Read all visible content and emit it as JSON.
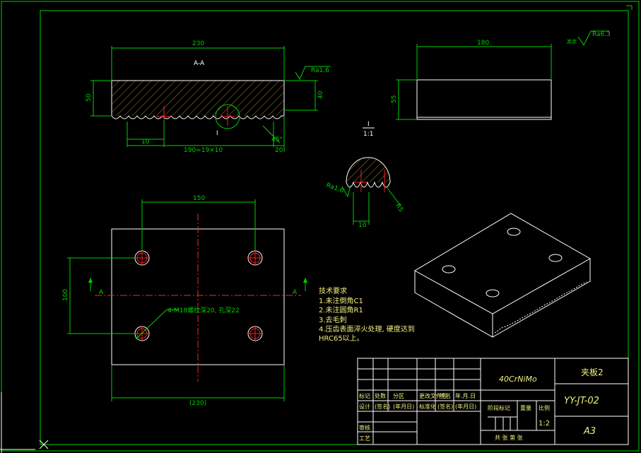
{
  "dimensions": {
    "section_length": "230",
    "section_height": "50",
    "section_right_height": "40",
    "tooth_pitch": "10",
    "tooth_chain": "190=19×10",
    "right_offset": "20",
    "chamfer_angle": "45°",
    "side_length": "180",
    "side_height": "55",
    "hole_spacing_x": "150",
    "hole_spacing_y": "100",
    "plan_length": "(230)",
    "detail_width": "10",
    "detail_radius": "R5"
  },
  "labels": {
    "section_title": "A-A",
    "detail_callout": "I",
    "detail_title_top": "I",
    "detail_title_scale": "1:1",
    "section_mark_left": "A",
    "section_mark_right": "A",
    "hole_note": "4-M18螺纹深20, 孔深22"
  },
  "roughness": {
    "section": "Ra1.6",
    "detail": "Ra1.6",
    "general_prefix": "其余",
    "general": "Ra6.3"
  },
  "tech_requirements": {
    "title": "技术要求",
    "items": [
      "1.未注倒角C1",
      "2.未注圆角R1",
      "3.去毛刺",
      "4.压齿表面淬火处理, 硬度达到",
      "HRC65以上。"
    ]
  },
  "title_block": {
    "material": "40CrNiMo",
    "part_name": "夹板2",
    "drawing_no": "YY-JT-02",
    "sheet_size": "A3",
    "scale": "1:2",
    "row_mark": [
      "标记",
      "处数",
      "分区",
      "更改文件号",
      "签名",
      "年.月.日"
    ],
    "row_design": [
      "设计",
      "(签名)",
      "(年月日)",
      "标准化",
      "(签名)",
      "(年月日)"
    ],
    "stage_label": "阶段标记",
    "weight_label": "重量",
    "scale_label": "比例",
    "review_label": "审核",
    "process_label": "工艺",
    "sheet_info": "共  张  第  张"
  }
}
